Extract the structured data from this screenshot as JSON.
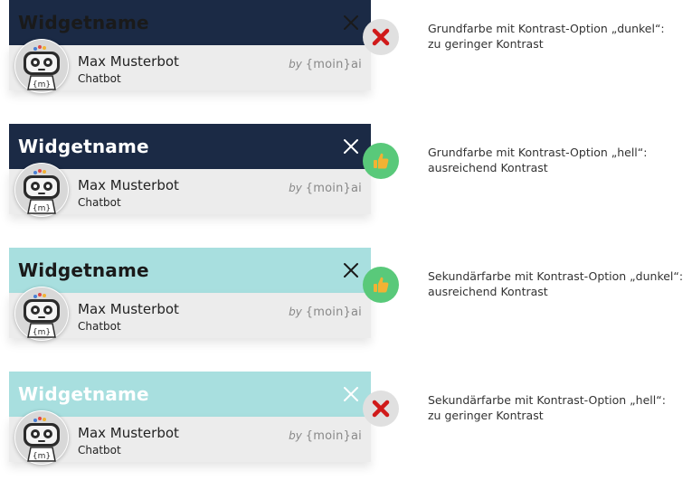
{
  "colors": {
    "primary": "#1b2a45",
    "secondary": "#a8dfdf",
    "light_text": "#ffffff",
    "dark_text": "#1a1a1a",
    "bad_circle": "#e0e0e0",
    "bad_mark": "#d01a1a",
    "good_circle": "#59c97a",
    "good_thumb": "#f2b233"
  },
  "widget": {
    "title": "Widgetname",
    "bot_name": "Max Musterbot",
    "bot_subtitle": "Chatbot",
    "brand_by": "by",
    "brand_logo": "{moin}ai",
    "avatar_label": "{m}"
  },
  "examples": [
    {
      "header_color": "primary",
      "text_color": "dark_text",
      "status": "bad",
      "status_icon": "cross-icon",
      "caption_lines": [
        "Grundfarbe mit Kontrast-Option „dunkel“:",
        "zu geringer Kontrast"
      ]
    },
    {
      "header_color": "primary",
      "text_color": "light_text",
      "status": "good",
      "status_icon": "thumbs-up-icon",
      "caption_lines": [
        "Grundfarbe mit Kontrast-Option „hell“:",
        "ausreichend Kontrast"
      ]
    },
    {
      "header_color": "secondary",
      "text_color": "dark_text",
      "status": "good",
      "status_icon": "thumbs-up-icon",
      "caption_lines": [
        "Sekundärfarbe mit Kontrast-Option „dunkel“:",
        "ausreichend Kontrast"
      ]
    },
    {
      "header_color": "secondary",
      "text_color": "light_text",
      "status": "bad",
      "status_icon": "cross-icon",
      "caption_lines": [
        "Sekundärfarbe mit Kontrast-Option „hell“:",
        "zu geringer Kontrast"
      ]
    }
  ]
}
